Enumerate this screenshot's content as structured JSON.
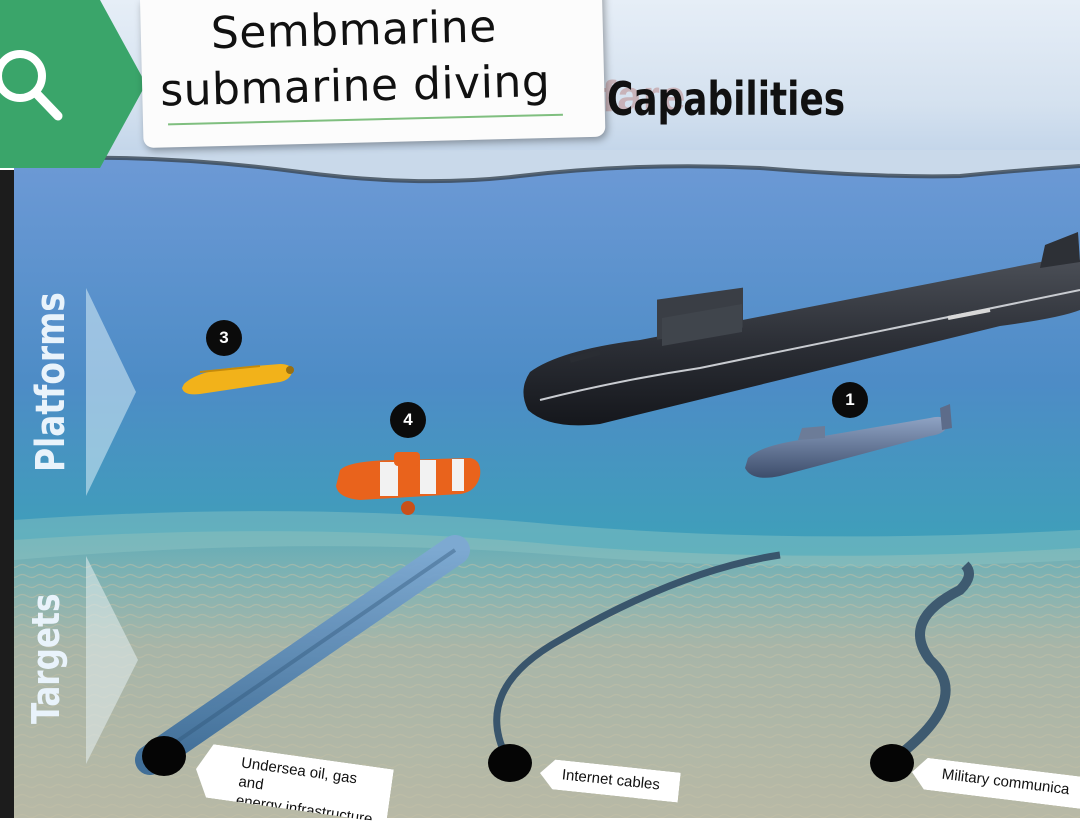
{
  "search_label": {
    "line1": "Sembmarine",
    "line2": "submarine  diving"
  },
  "title": {
    "faded_text": "Russian Seabed Warfare",
    "main_text": "Capabilities"
  },
  "side_labels": {
    "platforms": "Platforms",
    "targets": "Targets"
  },
  "platforms": [
    {
      "number": "1",
      "vessel": "small-submarine"
    },
    {
      "number": "3",
      "vessel": "yellow-mini-submersible"
    },
    {
      "number": "4",
      "vessel": "orange-deep-submergence-vehicle"
    }
  ],
  "targets": {
    "oil_line1": "Undersea oil, gas and",
    "oil_line2": "energy infrastructure",
    "internet": "Internet cables",
    "military": "Military communica"
  },
  "colors": {
    "accent_green": "#3aa56a",
    "water_top": "#5f95cf",
    "water_bottom": "#3b9bb4",
    "seabed": "#9fb3b0"
  },
  "icons": {
    "search": "magnifier-icon"
  }
}
